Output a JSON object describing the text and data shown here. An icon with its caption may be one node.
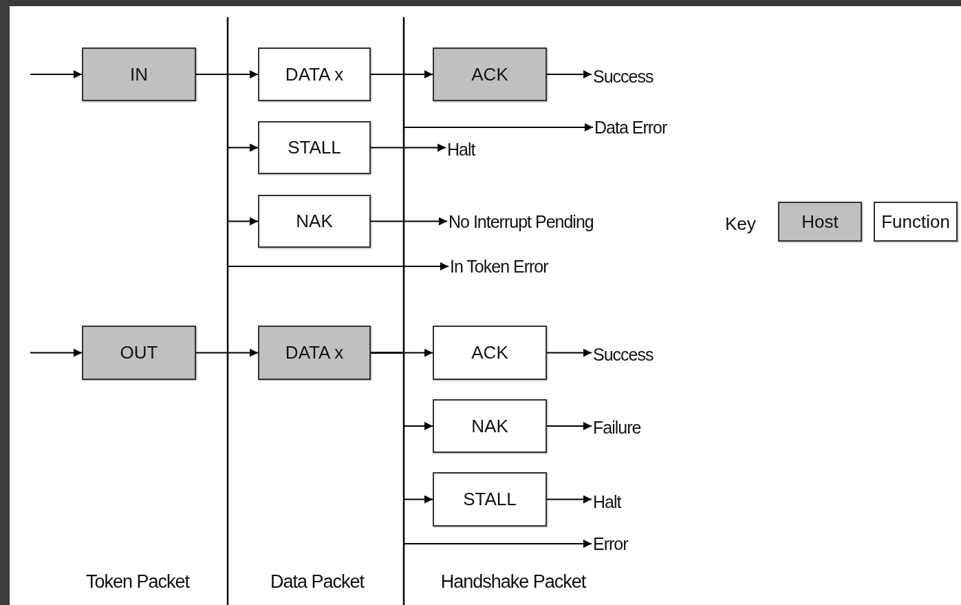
{
  "diagram": {
    "nodes": [
      {
        "text": [
          "IN"
        ]
      },
      {
        "text": [
          "DATA x"
        ]
      },
      {
        "text": [
          "ACK"
        ]
      },
      {
        "text": [
          "Success"
        ]
      },
      {
        "text": [
          "Data Error"
        ]
      },
      {
        "text": [
          "STALL"
        ]
      },
      {
        "text": [
          "Halt"
        ]
      },
      {
        "text": [
          "NAK"
        ]
      },
      {
        "text": [
          "No Interrupt Pending"
        ]
      },
      {
        "text": [
          "In Token Error"
        ]
      },
      {
        "text": [
          "OUT"
        ]
      },
      {
        "text": [
          "DATA x"
        ]
      },
      {
        "text": [
          "ACK"
        ]
      },
      {
        "text": [
          "Success"
        ]
      },
      {
        "text": [
          "NAK"
        ]
      },
      {
        "text": [
          "Failure"
        ]
      },
      {
        "text": [
          "STALL"
        ]
      },
      {
        "text": [
          "Halt"
        ]
      },
      {
        "text": [
          "Error"
        ]
      }
    ],
    "edges": [
      {
        "from": null,
        "to": 0,
        "arrow": "to"
      },
      {
        "from": 0,
        "to": 1,
        "arrow": "to"
      },
      {
        "from": 0,
        "to": 5,
        "arrow": "to"
      },
      {
        "from": 0,
        "to": 7,
        "arrow": "to"
      },
      {
        "from": 0,
        "to": 9,
        "arrow": "to"
      },
      {
        "from": 1,
        "to": 2,
        "arrow": "to"
      },
      {
        "from": 1,
        "to": 4,
        "arrow": "to"
      },
      {
        "from": 2,
        "to": 3,
        "arrow": "to"
      },
      {
        "from": 5,
        "to": 6,
        "arrow": "to"
      },
      {
        "from": 7,
        "to": 8,
        "arrow": "to"
      },
      {
        "from": null,
        "to": 10,
        "arrow": "to"
      },
      {
        "from": 10,
        "to": 11,
        "arrow": "to"
      },
      {
        "from": 11,
        "to": 12,
        "arrow": "to"
      },
      {
        "from": 11,
        "to": 14,
        "arrow": "to"
      },
      {
        "from": 11,
        "to": 16,
        "arrow": "to"
      },
      {
        "from": 11,
        "to": 18,
        "arrow": "to"
      },
      {
        "from": 12,
        "to": 13,
        "arrow": "to"
      },
      {
        "from": 14,
        "to": 15,
        "arrow": "to"
      },
      {
        "from": 16,
        "to": 17,
        "arrow": "to"
      }
    ],
    "labels": [
      "Key",
      "Token Packet",
      "Data Packet",
      "Handshake Packet"
    ],
    "legend": [
      {
        "text": "Host",
        "color": "#c0c0c0"
      },
      {
        "text": "Function",
        "color": "#ffffff"
      }
    ]
  }
}
